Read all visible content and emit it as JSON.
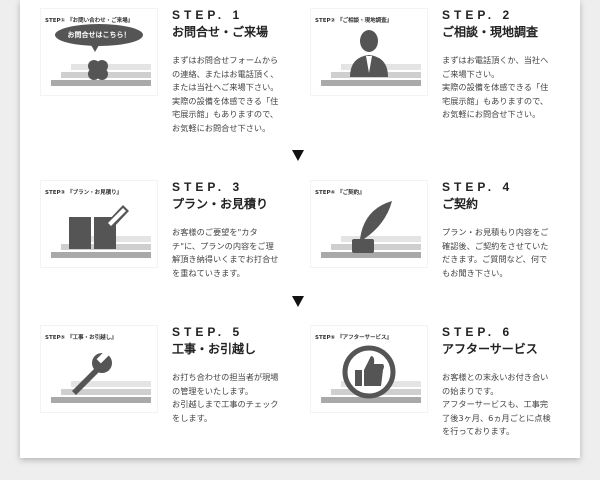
{
  "steps": [
    {
      "caption": "STEP① 『お問い合わせ・ご来場』",
      "number": "STEP. 1",
      "title": "お問合せ・ご来場",
      "bubble": "お問合せはこちら！",
      "icon": "clover-icon",
      "lines": [
        "まずはお問合せフォームから",
        "の連絡、またはお電話頂く、",
        "または当社へご来場下さい。",
        "実際の設備を体感できる「住",
        "宅展示館」もありますので、",
        "お気軽にお問合せ下さい。"
      ]
    },
    {
      "caption": "STEP② 『ご相談・現地調査』",
      "number": "STEP. 2",
      "title": "ご相談・現地調査",
      "icon": "person-icon",
      "lines": [
        "まずはお電話頂くか、当社へ",
        "ご来場下さい。",
        "実際の設備を体感できる「住",
        "宅展示館」もありますので、",
        "お気軽にお問合せ下さい。"
      ]
    },
    {
      "caption": "STEP③ 『プラン・お見積り』",
      "number": "STEP. 3",
      "title": "プラン・お見積り",
      "icon": "book-pencil-icon",
      "lines": [
        "お客様のご要望を\"カタ",
        "チ\"に、プランの内容をご理",
        "解頂き納得いくまでお打合せ",
        "を重ねていきます。"
      ]
    },
    {
      "caption": "STEP④ 『ご契約』",
      "number": "STEP. 4",
      "title": "ご契約",
      "icon": "quill-pen-icon",
      "lines": [
        "プラン・お見積もり内容をご",
        "確認後、ご契約をさせていた",
        "だきます。ご質問など、何で",
        "もお聞き下さい。"
      ]
    },
    {
      "caption": "STEP⑤ 『工事・お引越し』",
      "number": "STEP. 5",
      "title": "工事・お引越し",
      "icon": "wrench-icon",
      "lines": [
        "お打ち合わせの担当者が現場",
        "の管理をいたします。",
        "お引越しまで工事のチェック",
        "をします。"
      ]
    },
    {
      "caption": "STEP⑥ 『アフターサービス』",
      "number": "STEP. 6",
      "title": "アフターサービス",
      "icon": "thumbs-up-icon",
      "lines": [
        "お客様との末永いお付き合い",
        "の始まりです。",
        "アフターサービスも、工事完",
        "了後3ヶ月、6ヵ月ごとに点検",
        "を行っております。"
      ]
    }
  ],
  "colors": {
    "icon": "#555555",
    "text": "#444444"
  }
}
